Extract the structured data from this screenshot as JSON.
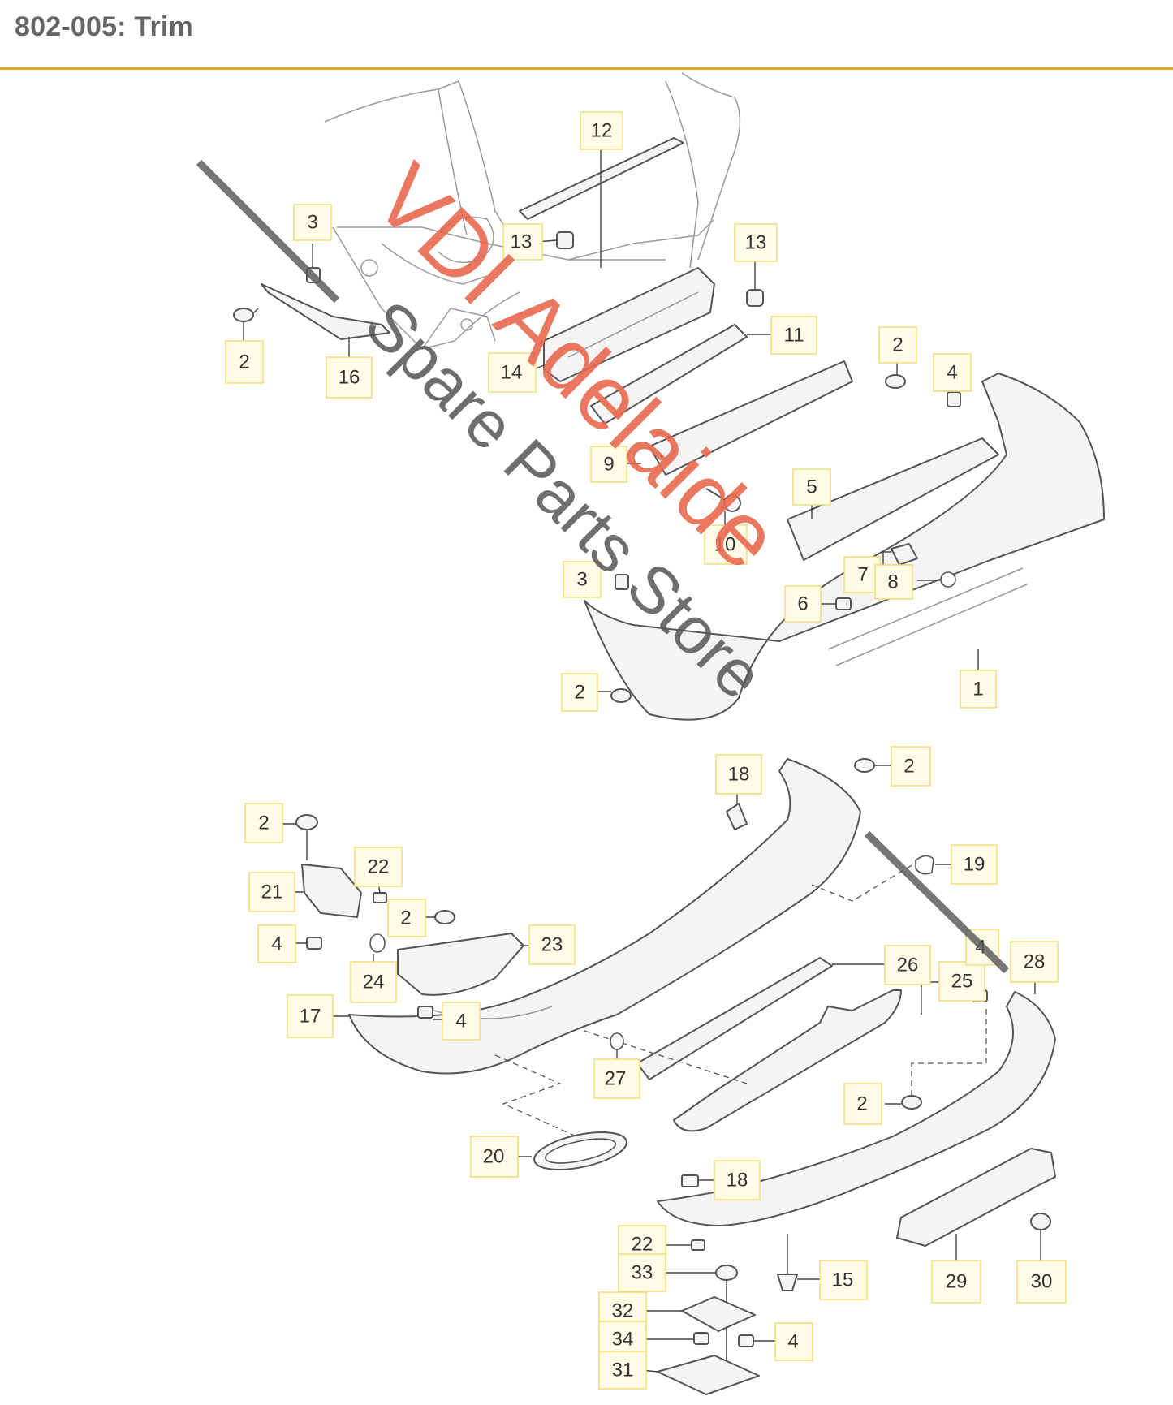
{
  "header": {
    "title": "802-005: Trim"
  },
  "colors": {
    "accent": "#d8aa2c",
    "label_fill": "#fffbe6",
    "label_stroke": "#f2dc7a",
    "watermark_red": "#e8684f",
    "watermark_grey": "#555555"
  },
  "watermark": {
    "line1": "VDI Adelaide",
    "line2": "Spare Parts Store"
  },
  "callouts": [
    {
      "id": "c12",
      "text": "12"
    },
    {
      "id": "c3a",
      "text": "3"
    },
    {
      "id": "c13a",
      "text": "13"
    },
    {
      "id": "c13b",
      "text": "13"
    },
    {
      "id": "c2a",
      "text": "2"
    },
    {
      "id": "c16",
      "text": "16"
    },
    {
      "id": "c14",
      "text": "14"
    },
    {
      "id": "c11",
      "text": "11"
    },
    {
      "id": "c2b",
      "text": "2"
    },
    {
      "id": "c4a",
      "text": "4"
    },
    {
      "id": "c9",
      "text": "9"
    },
    {
      "id": "c5",
      "text": "5"
    },
    {
      "id": "c10",
      "text": "10"
    },
    {
      "id": "c7",
      "text": "7"
    },
    {
      "id": "c8",
      "text": "8"
    },
    {
      "id": "c3b",
      "text": "3"
    },
    {
      "id": "c6",
      "text": "6"
    },
    {
      "id": "c2c",
      "text": "2"
    },
    {
      "id": "c1",
      "text": "1"
    },
    {
      "id": "c18a",
      "text": "18"
    },
    {
      "id": "c2d",
      "text": "2"
    },
    {
      "id": "c2e",
      "text": "2"
    },
    {
      "id": "c22a",
      "text": "22"
    },
    {
      "id": "c21",
      "text": "21"
    },
    {
      "id": "c2f",
      "text": "2"
    },
    {
      "id": "c19",
      "text": "19"
    },
    {
      "id": "c4b",
      "text": "4"
    },
    {
      "id": "c23",
      "text": "23"
    },
    {
      "id": "c24",
      "text": "24"
    },
    {
      "id": "c26",
      "text": "26"
    },
    {
      "id": "c25",
      "text": "25"
    },
    {
      "id": "c4c",
      "text": "4"
    },
    {
      "id": "c28",
      "text": "28"
    },
    {
      "id": "c17",
      "text": "17"
    },
    {
      "id": "c4d",
      "text": "4"
    },
    {
      "id": "c27",
      "text": "27"
    },
    {
      "id": "c2g",
      "text": "2"
    },
    {
      "id": "c20",
      "text": "20"
    },
    {
      "id": "c18b",
      "text": "18"
    },
    {
      "id": "c22b",
      "text": "22"
    },
    {
      "id": "c33",
      "text": "33"
    },
    {
      "id": "c15",
      "text": "15"
    },
    {
      "id": "c29",
      "text": "29"
    },
    {
      "id": "c30",
      "text": "30"
    },
    {
      "id": "c32",
      "text": "32"
    },
    {
      "id": "c34",
      "text": "34"
    },
    {
      "id": "c4e",
      "text": "4"
    },
    {
      "id": "c31",
      "text": "31"
    }
  ]
}
